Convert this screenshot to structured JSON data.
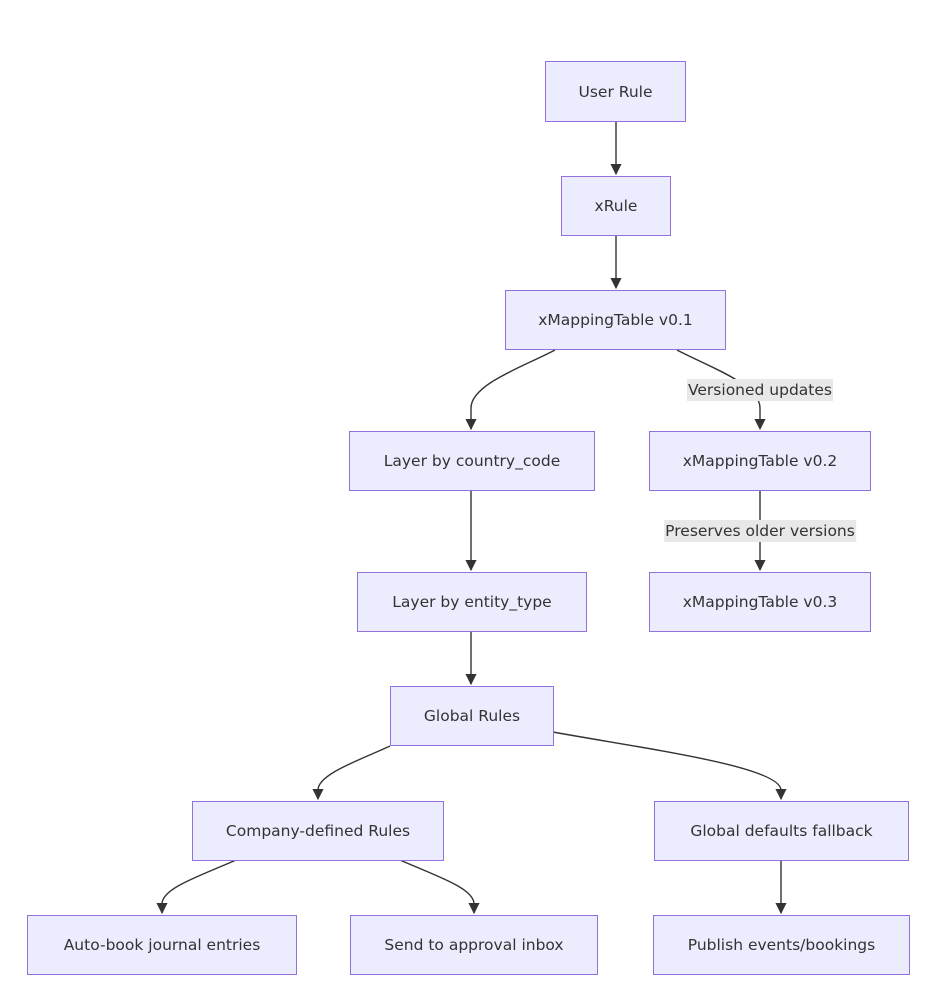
{
  "diagram": {
    "nodes": {
      "user_rule": "User Rule",
      "xrule": "xRule",
      "mapping_v01": "xMappingTable v0.1",
      "layer_country": "Layer by country_code",
      "mapping_v02": "xMappingTable v0.2",
      "layer_entity": "Layer by entity_type",
      "mapping_v03": "xMappingTable v0.3",
      "global_rules": "Global Rules",
      "company_rules": "Company-defined Rules",
      "global_defaults": "Global defaults fallback",
      "auto_book": "Auto-book journal entries",
      "approval_inbox": "Send to approval inbox",
      "publish_events": "Publish events/bookings"
    },
    "edge_labels": {
      "versioned_updates": "Versioned updates",
      "preserves_older": "Preserves older versions"
    },
    "colors": {
      "node_fill": "#ECECFF",
      "node_border": "#9370DB",
      "edge": "#333333",
      "edge_label_bg": "#e8e8e8"
    }
  }
}
